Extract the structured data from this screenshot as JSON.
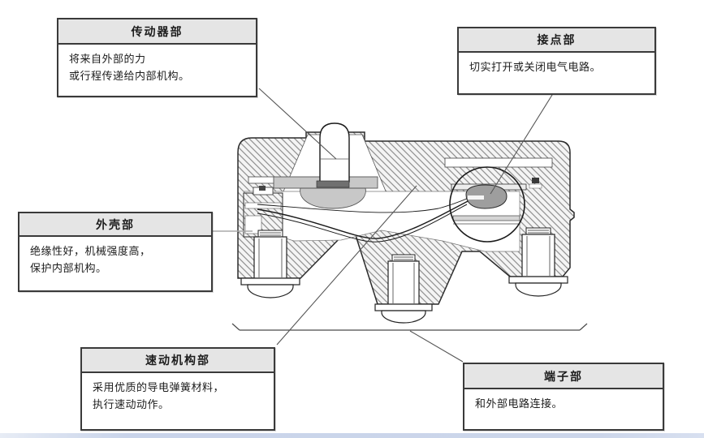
{
  "page": {
    "background": "#ffffff",
    "footer_bar_color": "#ccd6ea"
  },
  "theme": {
    "box_border": "#3a3a3a",
    "box_header_bg": "#e5e5e5",
    "box_body_bg": "#ffffff",
    "text_color": "#1c1c1c",
    "leader_color": "#555555",
    "housing_leader_color": "#aaaaaa",
    "hatch_line_color": "#909090",
    "hatch_bg_color": "#f4f4f4",
    "metal_gray": "#c8c8c8",
    "contact_gray": "#9e9e9e"
  },
  "callouts": [
    {
      "id": "actuator",
      "title": "传动器部",
      "body_lines": [
        "将来自外部的力",
        "或行程传递给内部机构。"
      ]
    },
    {
      "id": "contact",
      "title": "接点部",
      "body_lines": [
        "切实打开或关闭电气电路。"
      ]
    },
    {
      "id": "housing",
      "title": "外壳部",
      "body_lines": [
        "绝缘性好，机械强度高，",
        "保护内部机构。"
      ]
    },
    {
      "id": "snap_mechanism",
      "title": "速动机构部",
      "body_lines": [
        "采用优质的导电弹簧材料，",
        "执行速动动作。"
      ]
    },
    {
      "id": "terminal",
      "title": "端子部",
      "body_lines": [
        "和外部电路连接。"
      ]
    }
  ],
  "diagram": {
    "type": "micro-switch-cross-section",
    "parts": [
      "plunger-actuator",
      "hatched-housing",
      "spring-seat",
      "snap-action-leaf-spring",
      "contact-highlight-circle",
      "terminal-screw-left",
      "terminal-screw-middle",
      "terminal-screw-right",
      "mounting-baseline"
    ]
  }
}
